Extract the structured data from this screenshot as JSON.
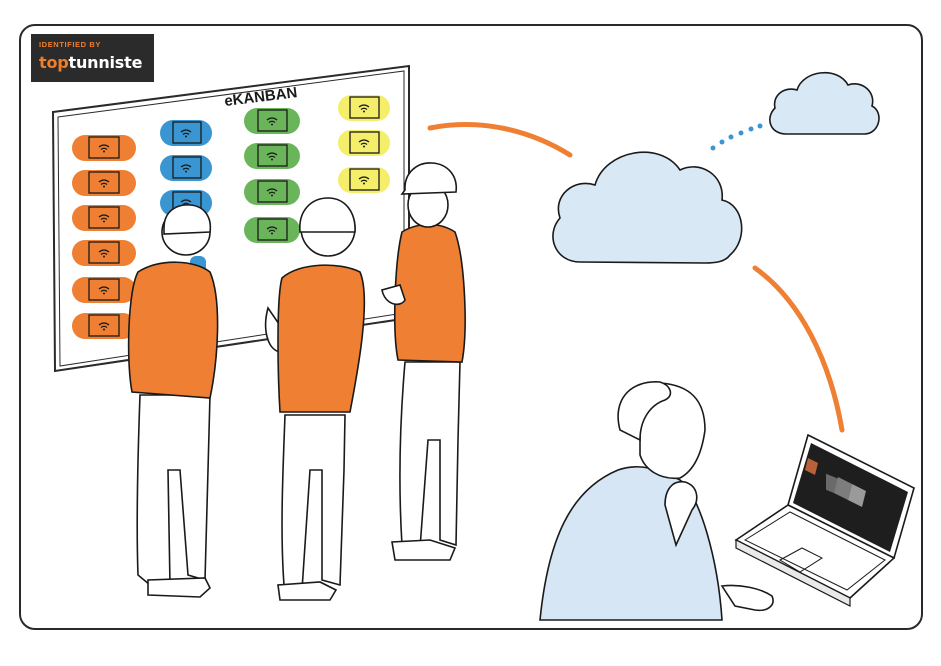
{
  "logo": {
    "tagline": "IDENTIFIED BY",
    "brand_part1": "top",
    "brand_part2": "tunniste"
  },
  "board": {
    "title": "eKANBAN"
  },
  "colors": {
    "orange": "#ef7f33",
    "blue": "#3a95d3",
    "green": "#6ab55a",
    "yellow": "#f5ee6a",
    "cloud": "#d8e8f4",
    "shirt_blue": "#d6e6f5",
    "dots": "#3a95d3"
  },
  "icons": {
    "card": "wifi-icon",
    "cloud": "cloud-icon",
    "laptop": "laptop-icon"
  }
}
